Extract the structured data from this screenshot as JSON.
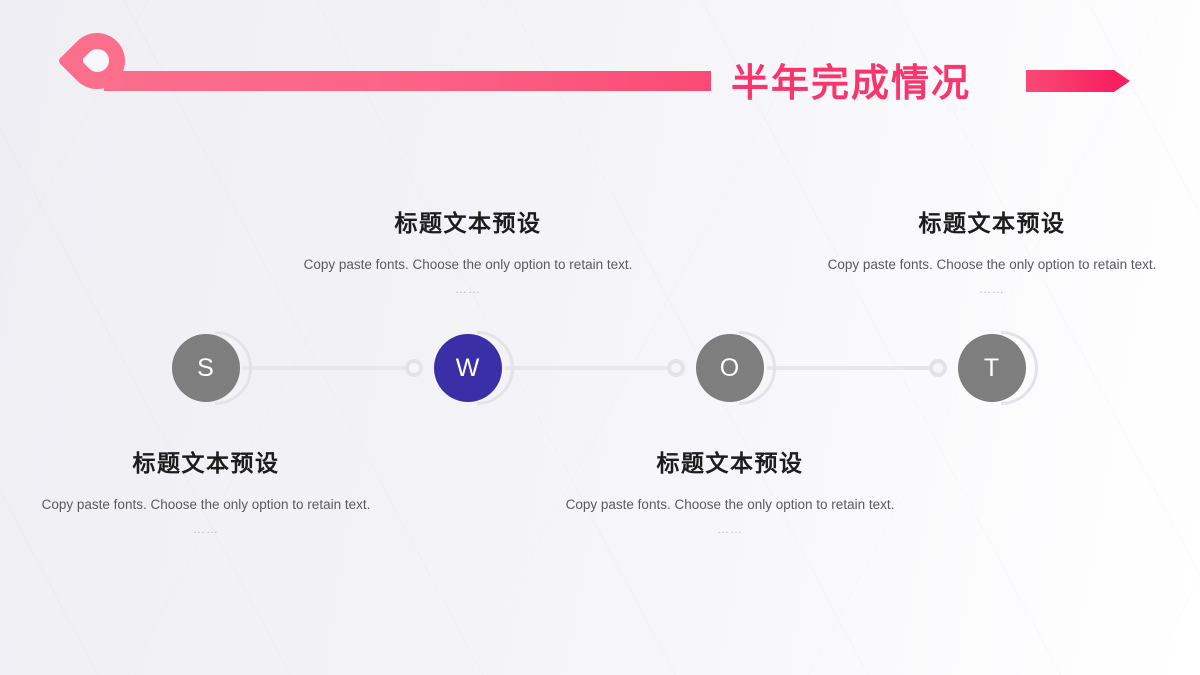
{
  "header": {
    "title": "半年完成情况",
    "pin_icon": "location-pin-icon",
    "arrow_icon": "right-arrow-icon",
    "bar_color": "#fb6e8c",
    "title_color": "#f8356d",
    "arrow_color": "#f8205f"
  },
  "timeline": {
    "nodes": [
      {
        "letter": "S",
        "active": false,
        "color": "#7e7e7e"
      },
      {
        "letter": "W",
        "active": true,
        "color": "#3b2fa8"
      },
      {
        "letter": "O",
        "active": false,
        "color": "#7e7e7e"
      },
      {
        "letter": "T",
        "active": false,
        "color": "#7e7e7e"
      }
    ],
    "connector_color": "#e7e7ed"
  },
  "blocks": [
    {
      "position": "below",
      "title": "标题文本预设",
      "body": "Copy paste fonts. Choose the only option to retain text.",
      "dots": "……"
    },
    {
      "position": "above",
      "title": "标题文本预设",
      "body": "Copy paste fonts. Choose the only option to retain text.",
      "dots": "……"
    },
    {
      "position": "below",
      "title": "标题文本预设",
      "body": "Copy paste fonts. Choose the only option to retain text.",
      "dots": "……"
    },
    {
      "position": "above",
      "title": "标题文本预设",
      "body": "Copy paste fonts. Choose the only option to retain text.",
      "dots": "……"
    }
  ],
  "background": {
    "gradient_from": "#eeeef4",
    "gradient_to": "#ffffff"
  }
}
